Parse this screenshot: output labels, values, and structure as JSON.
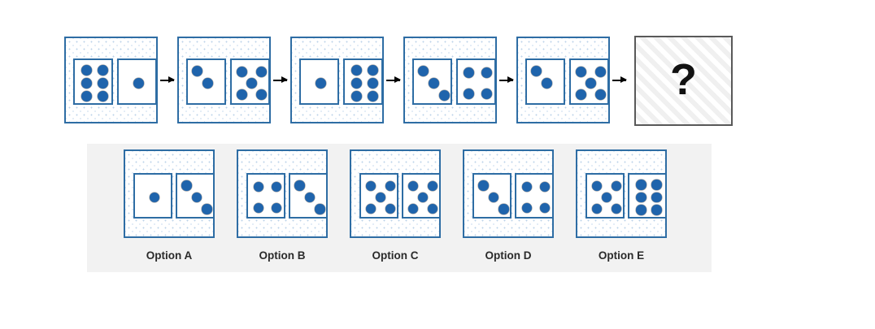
{
  "puzzle": {
    "question_mark": "?",
    "colors": {
      "dot": "#1F64AC",
      "panel_border": "#2E6DA4",
      "question_border": "#595959",
      "options_background": "#f2f2f2",
      "label_text": "#2b2b2b"
    },
    "sequence": [
      {
        "name": "sequence-panel-1",
        "left_dots": 6,
        "right_dots": 1,
        "left_pattern": "two-columns-of-three",
        "right_pattern": "center"
      },
      {
        "name": "sequence-panel-2",
        "left_dots": 2,
        "right_dots": 5,
        "left_pattern": "diagonal",
        "right_pattern": "quincunx"
      },
      {
        "name": "sequence-panel-3",
        "left_dots": 1,
        "right_dots": 6,
        "left_pattern": "center",
        "right_pattern": "two-columns-of-three"
      },
      {
        "name": "sequence-panel-4",
        "left_dots": 3,
        "right_dots": 4,
        "left_pattern": "diagonal",
        "right_pattern": "corners"
      },
      {
        "name": "sequence-panel-5",
        "left_dots": 2,
        "right_dots": 5,
        "left_pattern": "diagonal",
        "right_pattern": "quincunx"
      }
    ],
    "options": [
      {
        "label": "Option A",
        "left_dots": 1,
        "right_dots": 3,
        "left_pattern": "center",
        "right_pattern": "diagonal"
      },
      {
        "label": "Option B",
        "left_dots": 4,
        "right_dots": 3,
        "left_pattern": "corners",
        "right_pattern": "diagonal"
      },
      {
        "label": "Option C",
        "left_dots": 5,
        "right_dots": 5,
        "left_pattern": "quincunx",
        "right_pattern": "quincunx"
      },
      {
        "label": "Option D",
        "left_dots": 3,
        "right_dots": 4,
        "left_pattern": "diagonal",
        "right_pattern": "corners"
      },
      {
        "label": "Option E",
        "left_dots": 5,
        "right_dots": 6,
        "left_pattern": "quincunx",
        "right_pattern": "two-columns-of-three"
      }
    ]
  }
}
